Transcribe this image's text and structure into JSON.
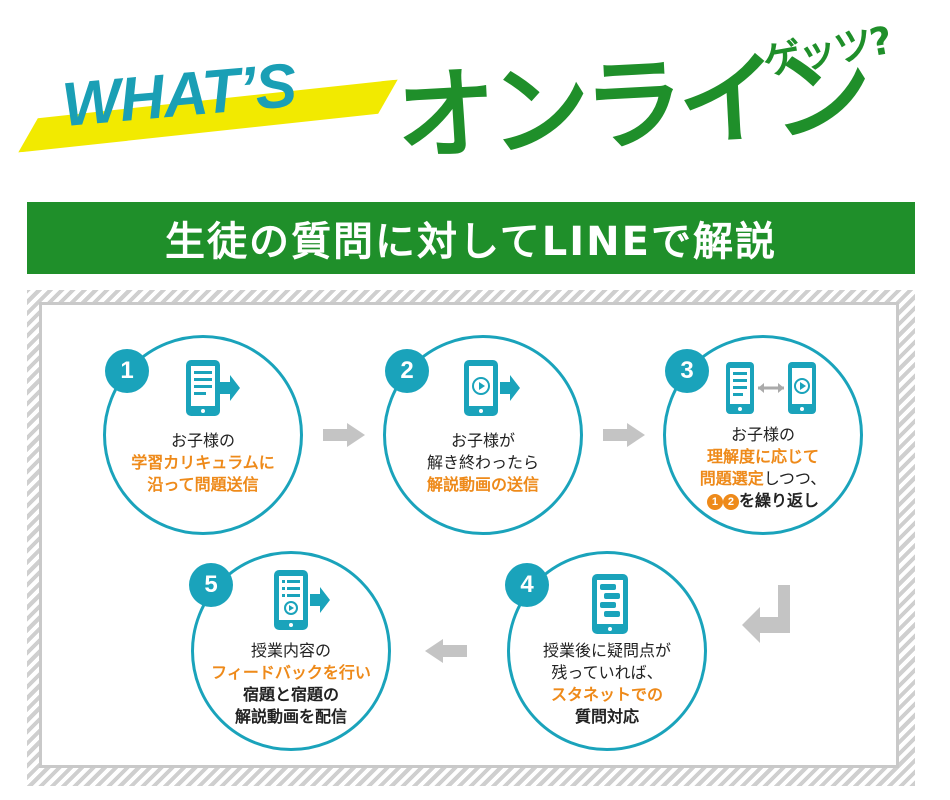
{
  "header": {
    "whats": "WHAT’S",
    "online": "オンライン",
    "getsu": "ゲッツ?",
    "banner": "生徒の質問に対してLINEで解説"
  },
  "colors": {
    "teal": "#1aa3bb",
    "green": "#1f8f2a",
    "orange": "#ee8a1a",
    "yellow": "#f2ea00"
  },
  "steps": [
    {
      "number": "1",
      "icon": "document-send-icon",
      "line1": "お子様の",
      "line2": "学習カリキュラムに",
      "line3": "沿って問題送信"
    },
    {
      "number": "2",
      "icon": "video-phone-icon",
      "line1": "お子様が",
      "line2": "解き終わったら",
      "line3": "解説動画の送信"
    },
    {
      "number": "3",
      "icon": "document-video-exchange-icon",
      "line1": "お子様の",
      "line2": "理解度に応じて",
      "line3a": "問題選定",
      "line3b": "しつつ、",
      "line4_n1": "1",
      "line4_n2": "2",
      "line4": "を繰り返し"
    },
    {
      "number": "4",
      "icon": "chat-phone-icon",
      "line1": "授業後に疑問点が",
      "line2": "残っていれば、",
      "line3": "スタネットでの",
      "line4": "質問対応"
    },
    {
      "number": "5",
      "icon": "checklist-video-phone-icon",
      "line1": "授業内容の",
      "line2": "フィードバックを行い",
      "line3": "宿題と宿題の",
      "line4": "解説動画を配信"
    }
  ]
}
